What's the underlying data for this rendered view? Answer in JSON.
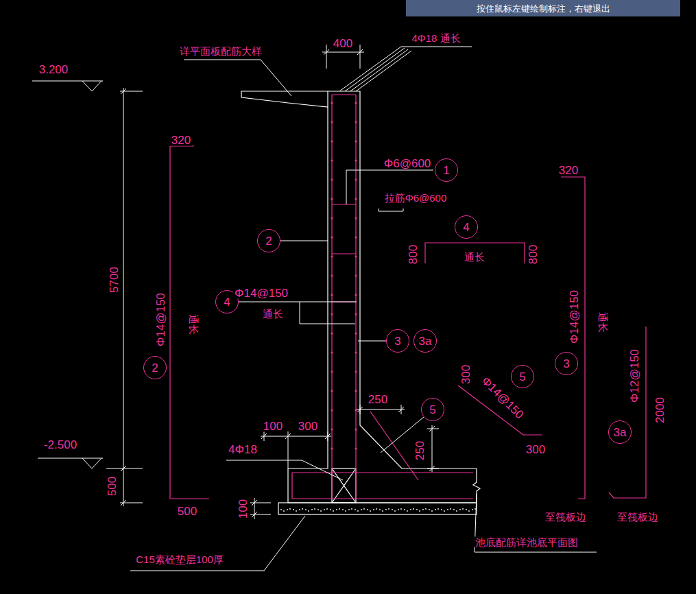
{
  "diagram": {
    "nodes": [
      {
        "text": [
          "按住鼠标左键绘制标注，右键退出"
        ]
      },
      {
        "text": [
          "1"
        ]
      },
      {
        "text": [
          "2"
        ]
      },
      {
        "text": [
          "4"
        ]
      },
      {
        "text": [
          "4"
        ]
      },
      {
        "text": [
          "3"
        ]
      },
      {
        "text": [
          "3a"
        ]
      },
      {
        "text": [
          "2"
        ]
      },
      {
        "text": [
          "5"
        ]
      },
      {
        "text": [
          "3"
        ]
      },
      {
        "text": [
          "5"
        ]
      },
      {
        "text": [
          "3a"
        ]
      }
    ],
    "labels": [
      "400",
      "4Φ18 通长",
      "详平面板配筋大样",
      "3.200",
      "320",
      "Φ6@600",
      "拉筋Φ6@600",
      "800",
      "通长",
      "800",
      "5700",
      "Φ14@150",
      "通长",
      "Φ14@150",
      "通长",
      "320",
      "Φ14@150",
      "通长",
      "Φ12@150",
      "2000",
      "250",
      "300",
      "Φ14@150",
      "300",
      "250",
      "100",
      "300",
      "4Φ18",
      "-2.500",
      "500",
      "500",
      "100",
      "至筏板边",
      "至筏板边",
      "池底配筋详池底平面图",
      "C15素砼垫层100厚"
    ]
  }
}
